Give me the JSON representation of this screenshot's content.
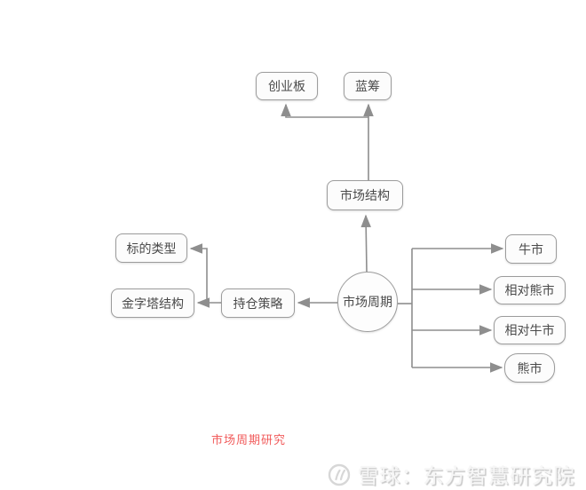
{
  "diagram": {
    "center": {
      "label": "市场周期"
    },
    "nodes": {
      "chuangyeban": {
        "label": "创业板"
      },
      "lanchou": {
        "label": "蓝筹"
      },
      "shichang_jiegou": {
        "label": "市场结构"
      },
      "biaodi_leixing": {
        "label": "标的类型"
      },
      "jinzita_jiegou": {
        "label": "金字塔结构"
      },
      "chicang_celue": {
        "label": "持仓策略"
      },
      "niushi": {
        "label": "牛市"
      },
      "xiangdui_xiongshi": {
        "label": "相对熊市"
      },
      "xiangdui_niushi": {
        "label": "相对牛市"
      },
      "xiongshi": {
        "label": "熊市"
      }
    },
    "edges": [
      {
        "from": "市场周期",
        "to": "市场结构"
      },
      {
        "from": "市场结构",
        "to": "创业板"
      },
      {
        "from": "市场结构",
        "to": "蓝筹"
      },
      {
        "from": "市场周期",
        "to": "持仓策略"
      },
      {
        "from": "持仓策略",
        "to": "金字塔结构"
      },
      {
        "from": "持仓策略",
        "to": "标的类型"
      },
      {
        "from": "市场周期",
        "to": "牛市"
      },
      {
        "from": "市场周期",
        "to": "相对熊市"
      },
      {
        "from": "市场周期",
        "to": "相对牛市"
      },
      {
        "from": "市场周期",
        "to": "熊市"
      }
    ]
  },
  "caption": {
    "text": "市场周期研究",
    "color": "#f15b5b"
  },
  "watermark": {
    "logo_icon": "xueqiu-snowball-icon",
    "text": "雪球：东方智慧研究院"
  },
  "colors": {
    "background": "#ffffff",
    "line": "#8e8e8e",
    "node_border": "#9c9c9c",
    "node_fill": "#fcfcfc",
    "node_text": "#4a4a4a",
    "caption_red": "#f15b5b",
    "watermark_gray": "#d2d2d2"
  }
}
